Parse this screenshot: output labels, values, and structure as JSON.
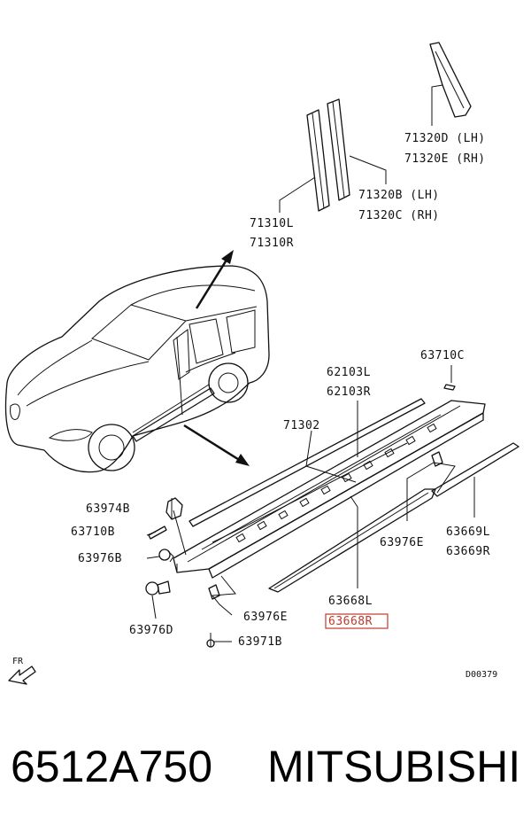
{
  "diagram": {
    "labels": {
      "p71320d": "71320D (LH)",
      "p71320e": "71320E (RH)",
      "p71320b": "71320B (LH)",
      "p71320c": "71320C (RH)",
      "p71310l": "71310L",
      "p71310r": "71310R",
      "p63710c": "63710C",
      "p62103l": "62103L",
      "p62103r": "62103R",
      "p71302": "71302",
      "p63974b": "63974B",
      "p63710b": "63710B",
      "p63976b": "63976B",
      "p63976e_right": "63976E",
      "p63669l": "63669L",
      "p63669r": "63669R",
      "p63668l": "63668L",
      "p63668r": "63668R",
      "p63976d": "63976D",
      "p63976e_left": "63976E",
      "p63971b": "63971B",
      "fr": "FR",
      "drawing_number": "D00379"
    },
    "highlight_color": "#c0392b"
  },
  "footer": {
    "part_number": "6512A750",
    "brand": "MITSUBISHI"
  }
}
